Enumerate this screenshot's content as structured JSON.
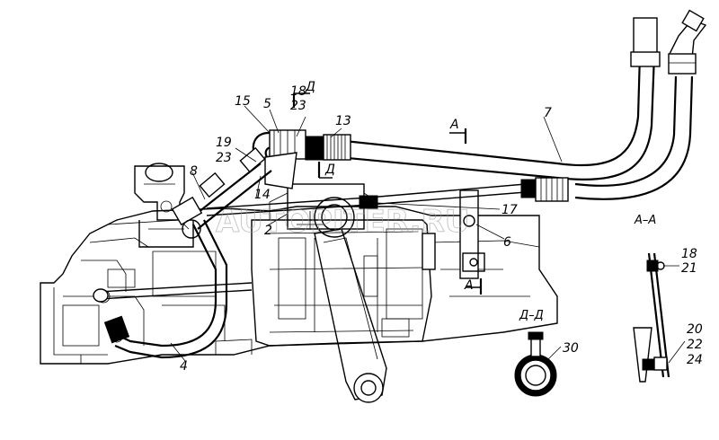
{
  "callouts": {
    "c15": "15",
    "c5": "5",
    "c18a": "18",
    "c23a": "23",
    "c13": "13",
    "c7": "7",
    "c19": "19",
    "c23b": "23",
    "c8": "8",
    "c14": "14",
    "c2": "2",
    "c17": "17",
    "c6": "6",
    "c4": "4",
    "c30": "30",
    "c18b": "18",
    "c21": "21",
    "c20": "20",
    "c22": "22",
    "c24": "24"
  },
  "section_marks": {
    "d_top": "Д",
    "d_mid": "Д",
    "a_top": "А",
    "a_bottom": "А"
  },
  "section_titles": {
    "a_a": "А–А",
    "d_d": "Д–Д"
  },
  "watermark": "AUTOPITER.RU"
}
